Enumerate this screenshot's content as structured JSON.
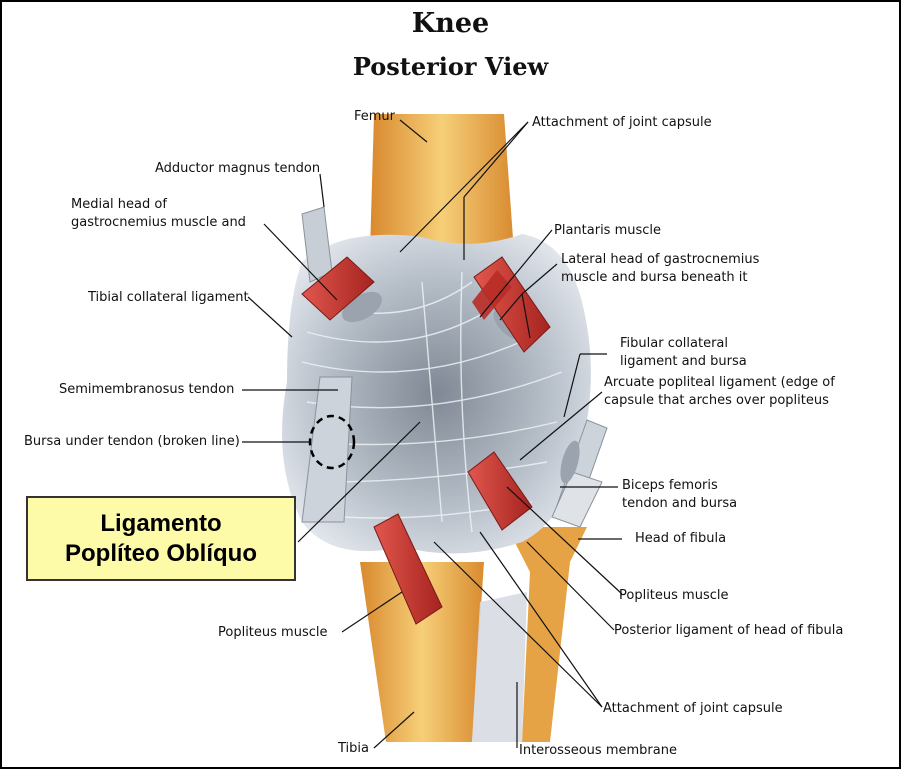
{
  "title": "Knee",
  "subtitle": "Posterior View",
  "callout": {
    "line1": "Ligamento",
    "line2": "Poplíteo Oblíquo"
  },
  "labels": {
    "femur": "Femur",
    "attachment_top": "Attachment of joint capsule",
    "adductor": "Adductor magnus tendon",
    "medial_head_1": "Medial head of",
    "medial_head_2": "gastrocnemius muscle and",
    "plantaris": "Plantaris muscle",
    "lateral_head_1": "Lateral head of gastrocnemius",
    "lateral_head_2": "muscle and bursa beneath it",
    "tibial_collateral": "Tibial collateral ligament",
    "fibular_collateral_1": "Fibular collateral",
    "fibular_collateral_2": "ligament and bursa",
    "arcuate_1": "Arcuate popliteal ligament (edge of",
    "arcuate_2": "capsule that arches over popliteus",
    "semimembranosus": "Semimembranosus tendon",
    "bursa_under": "Bursa under tendon (broken line)",
    "biceps_1": "Biceps femoris",
    "biceps_2": "tendon and bursa",
    "head_fibula": "Head of fibula",
    "popliteus_right": "Popliteus muscle",
    "posterior_lig": "Posterior ligament of head of fibula",
    "popliteus_left": "Popliteus muscle",
    "attachment_bottom": "Attachment of joint capsule",
    "tibia": "Tibia",
    "interosseous": "Interosseous membrane"
  },
  "colors": {
    "bone": "#e8a94a",
    "bone_light": "#f6d27e",
    "ligament": "#b9c2cc",
    "muscle": "#c93a34",
    "callout_bg": "#fdfaa8"
  }
}
